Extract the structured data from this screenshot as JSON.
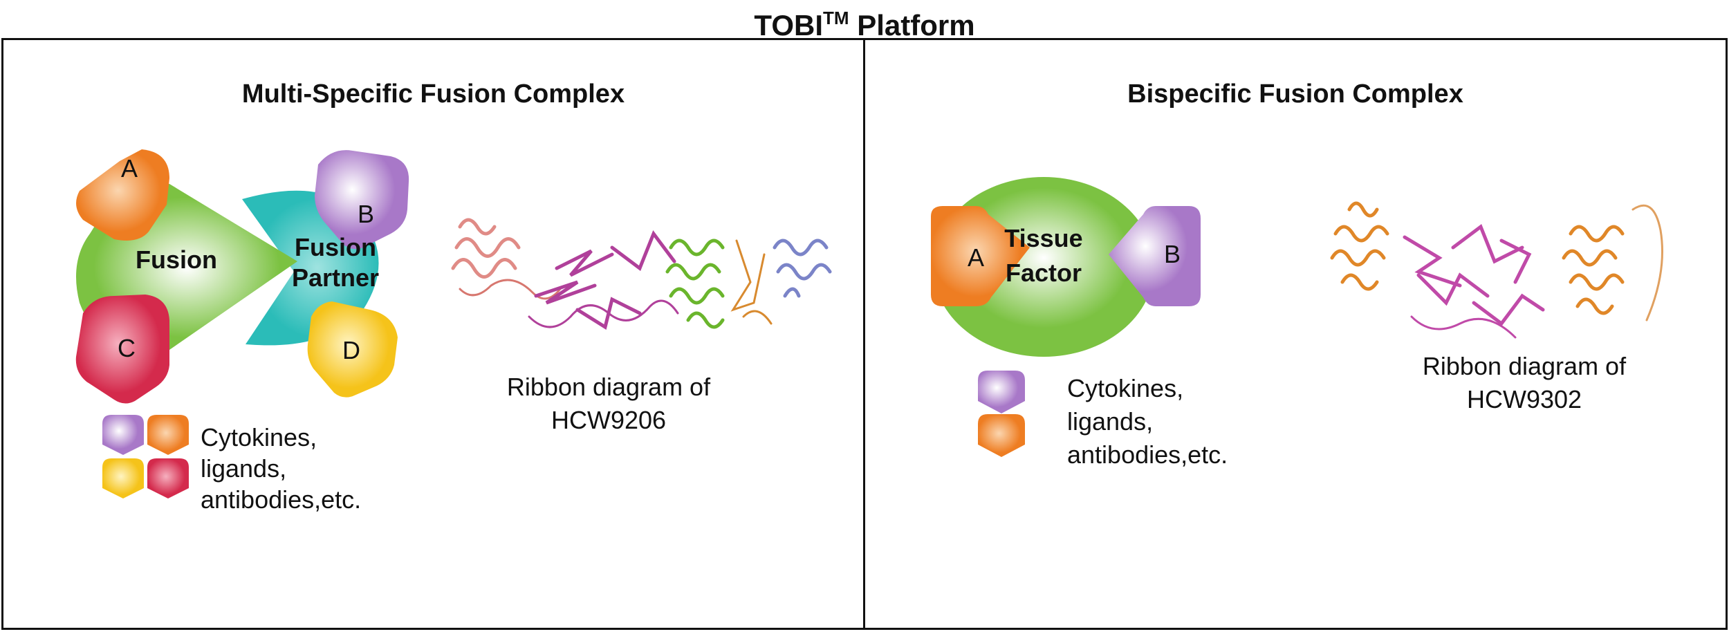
{
  "title": {
    "main": "TOBI",
    "superscript": "TM",
    "suffix": " Platform"
  },
  "left_panel": {
    "heading": "Multi-Specific Fusion Complex",
    "fusion_label": "Fusion",
    "partner_label_line1": "Fusion",
    "partner_label_line2": "Partner",
    "domain_a": "A",
    "domain_b": "B",
    "domain_c": "C",
    "domain_d": "D",
    "legend_line1": "Cytokines,",
    "legend_line2": "ligands,",
    "legend_line3": "antibodies,etc.",
    "ribbon_line1": "Ribbon diagram of",
    "ribbon_line2": "HCW9206"
  },
  "right_panel": {
    "heading": "Bispecific Fusion Complex",
    "core_line1": "Tissue",
    "core_line2": "Factor",
    "domain_a": "A",
    "domain_b": "B",
    "legend_line1": "Cytokines,",
    "legend_line2": "ligands,",
    "legend_line3": "antibodies,etc.",
    "ribbon_line1": "Ribbon diagram of",
    "ribbon_line2": "HCW9302"
  },
  "colors": {
    "green": "#7cc242",
    "teal": "#2bbcb8",
    "purple": "#a878c8",
    "orange": "#ee7d22",
    "red": "#d42a4c",
    "yellow": "#f5c31a",
    "magenta_ribbon": "#b0409a",
    "salmon_ribbon": "#e08b86",
    "lime_ribbon": "#6ab52c",
    "blue_ribbon": "#7b84c8"
  }
}
